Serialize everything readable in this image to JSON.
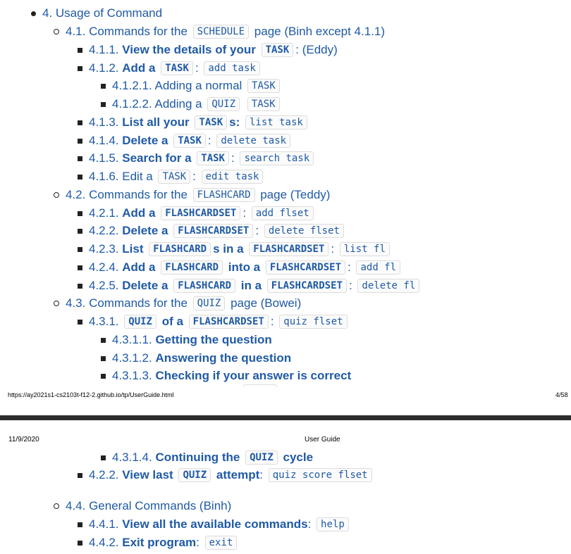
{
  "print": {
    "url": "https://ay2021s1-cs2103t-f12-2.github.io/tp/UserGuide.html",
    "page_number": "4/58",
    "date": "11/9/2020",
    "doc_title": "User Guide"
  },
  "toc": [
    {
      "level": 1,
      "segments": [
        {
          "t": "4. Usage of Command"
        }
      ]
    },
    {
      "level": 2,
      "segments": [
        {
          "t": "4.1. Commands for the "
        },
        {
          "t": "SCHEDULE",
          "code": true
        },
        {
          "t": " page (Binh except 4.1.1)"
        }
      ]
    },
    {
      "level": 3,
      "segments": [
        {
          "t": "4.1.1. "
        },
        {
          "t": "View the details of your ",
          "bold": true
        },
        {
          "t": "TASK",
          "code": true,
          "bold": true
        },
        {
          "t": ": (Eddy)"
        }
      ]
    },
    {
      "level": 3,
      "segments": [
        {
          "t": "4.1.2. "
        },
        {
          "t": "Add a ",
          "bold": true
        },
        {
          "t": "TASK",
          "code": true,
          "bold": true
        },
        {
          "t": ": "
        },
        {
          "t": "add task",
          "code": true
        }
      ]
    },
    {
      "level": 4,
      "segments": [
        {
          "t": "4.1.2.1. Adding a normal "
        },
        {
          "t": "TASK",
          "code": true
        }
      ]
    },
    {
      "level": 4,
      "segments": [
        {
          "t": "4.1.2.2. Adding a "
        },
        {
          "t": "QUIZ",
          "code": true
        },
        {
          "t": " "
        },
        {
          "t": "TASK",
          "code": true
        }
      ]
    },
    {
      "level": 3,
      "segments": [
        {
          "t": "4.1.3. "
        },
        {
          "t": "List all your ",
          "bold": true
        },
        {
          "t": "TASK",
          "code": true,
          "bold": true
        },
        {
          "t": "s:",
          "bold": true
        },
        {
          "t": " "
        },
        {
          "t": "list task",
          "code": true
        }
      ]
    },
    {
      "level": 3,
      "segments": [
        {
          "t": "4.1.4. "
        },
        {
          "t": "Delete a ",
          "bold": true
        },
        {
          "t": "TASK",
          "code": true,
          "bold": true
        },
        {
          "t": ": "
        },
        {
          "t": "delete task",
          "code": true
        }
      ]
    },
    {
      "level": 3,
      "segments": [
        {
          "t": "4.1.5. "
        },
        {
          "t": "Search for a ",
          "bold": true
        },
        {
          "t": "TASK",
          "code": true,
          "bold": true
        },
        {
          "t": ": "
        },
        {
          "t": "search task",
          "code": true
        }
      ]
    },
    {
      "level": 3,
      "segments": [
        {
          "t": "4.1.6. Edit a "
        },
        {
          "t": "TASK",
          "code": true
        },
        {
          "t": ": "
        },
        {
          "t": "edit task",
          "code": true
        }
      ]
    },
    {
      "level": 2,
      "segments": [
        {
          "t": "4.2. Commands for the "
        },
        {
          "t": "FLASHCARD",
          "code": true
        },
        {
          "t": " page (Teddy)"
        }
      ]
    },
    {
      "level": 3,
      "segments": [
        {
          "t": "4.2.1. "
        },
        {
          "t": "Add a ",
          "bold": true
        },
        {
          "t": "FLASHCARDSET",
          "code": true,
          "bold": true
        },
        {
          "t": ": "
        },
        {
          "t": "add flset",
          "code": true
        }
      ]
    },
    {
      "level": 3,
      "segments": [
        {
          "t": "4.2.2. "
        },
        {
          "t": "Delete a ",
          "bold": true
        },
        {
          "t": "FLASHCARDSET",
          "code": true,
          "bold": true
        },
        {
          "t": ": "
        },
        {
          "t": "delete flset",
          "code": true
        }
      ]
    },
    {
      "level": 3,
      "segments": [
        {
          "t": "4.2.3. "
        },
        {
          "t": "List ",
          "bold": true
        },
        {
          "t": "FLASHCARD",
          "code": true,
          "bold": true
        },
        {
          "t": "s in a ",
          "bold": true
        },
        {
          "t": "FLASHCARDSET",
          "code": true,
          "bold": true
        },
        {
          "t": ": "
        },
        {
          "t": "list fl",
          "code": true
        }
      ]
    },
    {
      "level": 3,
      "segments": [
        {
          "t": "4.2.4. "
        },
        {
          "t": "Add a ",
          "bold": true
        },
        {
          "t": "FLASHCARD",
          "code": true,
          "bold": true
        },
        {
          "t": " into a ",
          "bold": true
        },
        {
          "t": "FLASHCARDSET",
          "code": true,
          "bold": true
        },
        {
          "t": ": "
        },
        {
          "t": "add fl",
          "code": true
        }
      ]
    },
    {
      "level": 3,
      "segments": [
        {
          "t": "4.2.5. "
        },
        {
          "t": "Delete a ",
          "bold": true
        },
        {
          "t": "FLASHCARD",
          "code": true,
          "bold": true
        },
        {
          "t": " in a ",
          "bold": true
        },
        {
          "t": "FLASHCARDSET",
          "code": true,
          "bold": true
        },
        {
          "t": ": "
        },
        {
          "t": "delete fl",
          "code": true
        }
      ]
    },
    {
      "level": 2,
      "segments": [
        {
          "t": "4.3. Commands for the "
        },
        {
          "t": "QUIZ",
          "code": true
        },
        {
          "t": " page (Bowei)"
        }
      ]
    },
    {
      "level": 3,
      "segments": [
        {
          "t": "4.3.1. "
        },
        {
          "t": "QUIZ",
          "code": true,
          "bold": true
        },
        {
          "t": " of a ",
          "bold": true
        },
        {
          "t": "FLASHCARDSET",
          "code": true,
          "bold": true
        },
        {
          "t": ": "
        },
        {
          "t": "quiz flset",
          "code": true
        }
      ]
    },
    {
      "level": 4,
      "segments": [
        {
          "t": "4.3.1.1. "
        },
        {
          "t": "Getting the question",
          "bold": true
        }
      ]
    },
    {
      "level": 4,
      "segments": [
        {
          "t": "4.3.1.2. "
        },
        {
          "t": "Answering the question",
          "bold": true
        }
      ]
    },
    {
      "level": 4,
      "segments": [
        {
          "t": "4.3.1.3. "
        },
        {
          "t": "Checking if your answer is correct",
          "bold": true
        }
      ]
    },
    {
      "level": 4,
      "segments": [
        {
          "t": "4.3.1.4. "
        },
        {
          "t": "Continuing the ",
          "bold": true
        },
        {
          "t": "QUIZ",
          "code": true,
          "bold": true
        },
        {
          "t": " cycle",
          "bold": true
        }
      ]
    },
    {
      "level": 3,
      "segments": [
        {
          "t": "4.2.2. "
        },
        {
          "t": "View last ",
          "bold": true
        },
        {
          "t": "QUIZ",
          "code": true,
          "bold": true
        },
        {
          "t": " attempt",
          "bold": true
        },
        {
          "t": ": "
        },
        {
          "t": "quiz score flset",
          "code": true
        }
      ]
    },
    {
      "level": 2,
      "segments": [
        {
          "t": "4.4. General Commands (Binh)"
        }
      ]
    },
    {
      "level": 3,
      "segments": [
        {
          "t": "4.4.1. "
        },
        {
          "t": "View all the available commands",
          "bold": true
        },
        {
          "t": ": "
        },
        {
          "t": "help",
          "code": true
        }
      ]
    },
    {
      "level": 3,
      "segments": [
        {
          "t": "4.4.2. "
        },
        {
          "t": "Exit program",
          "bold": true
        },
        {
          "t": ": "
        },
        {
          "t": "exit",
          "code": true
        }
      ]
    }
  ]
}
